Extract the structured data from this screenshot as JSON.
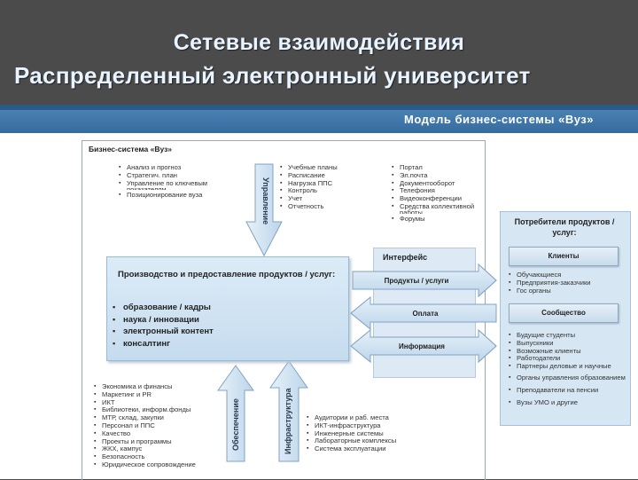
{
  "title_line1": "Сетевые взаимодействия",
  "title_line2": "Распределенный электронный университет",
  "banner_title": "Модель бизнес-системы «Вуз»",
  "frame_title": "Бизнес-система «Вуз»",
  "management_list": [
    "Анализ и прогноз",
    "Стратегич. план",
    "Управление по ключевым показателям",
    "Позиционирование вуза"
  ],
  "management_arrow": "Управление",
  "plans_list": [
    "Учебные планы",
    "Расписание",
    "Нагрузка ППС",
    "Контроль",
    "Учет",
    "Отчетность"
  ],
  "portal_list": [
    "Портал",
    "Эл.почта",
    "Документооборот",
    "Телефония",
    "Видеоконференции",
    "Средства коллективной работы",
    "Форумы"
  ],
  "production": {
    "title": "Производство и предоставление продуктов / услуг:",
    "items": [
      "образование / кадры",
      "наука / инновации",
      "электронный контент",
      "консалтинг"
    ]
  },
  "interface": {
    "title": "Интерфейс",
    "products": "Продукты / услуги",
    "payment": "Оплата",
    "information": "Информация"
  },
  "consumers": {
    "title": "Потребители продуктов / услуг:",
    "clients_box": "Клиенты",
    "clients": [
      "Обучающиеся",
      "Предприятия-заказчики",
      "Гос органы"
    ],
    "community_box": "Сообщество",
    "community": [
      "Будущие студенты",
      "Выпускники",
      "Возможные клиенты",
      "Работодатели",
      "Партнеры деловые и научные",
      "Органы управления образованием",
      "Преподаватели на пенсии",
      "Вузы УМО и другие"
    ]
  },
  "support_arrow": "Обеспечение",
  "infra_arrow": "Инфраструктура",
  "support_list": [
    "Экономика и финансы",
    "Маркетинг и PR",
    "ИКТ",
    "Библиотеки, информ.фонды",
    "МТР, склад, закупки",
    "Персонал и ППС",
    "Качество",
    "Проекты и программы",
    "ЖКХ, кампус",
    "Безопасность",
    "Юридическое сопровождение"
  ],
  "infra_list": [
    "Аудитории и раб. места",
    "ИКТ-инфраструктура",
    "Инженерные системы",
    "Лабораторные комплексы",
    "Система эксплуатации"
  ],
  "colors": {
    "title_text": "#e8f4ff",
    "banner": "#4f86b8",
    "arrow_fill": "#cfe3f3",
    "arrow_stroke": "#7fa3c4"
  }
}
